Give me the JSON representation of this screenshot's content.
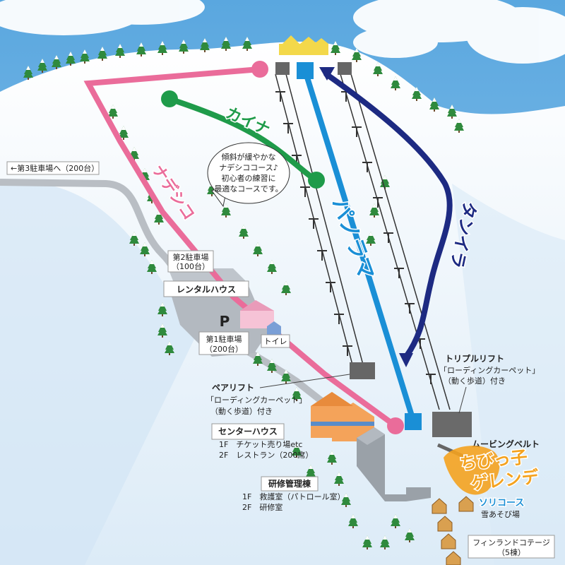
{
  "colors": {
    "sky": "#6fb6e6",
    "snow": "#eef6fc",
    "kaina": "#1f9b4a",
    "nadeshiko": "#ea6c9a",
    "panorama": "#1a8fd6",
    "tangent": "#1d2a82",
    "chibikko": "#f4a21f",
    "building": "#f4a35a"
  },
  "courses": {
    "kaina": "カイナ",
    "nadeshiko": "ナデシコ",
    "panorama": "パノラマ",
    "tangent": "タンイラ",
    "chibikko_line1": "ちびっ子",
    "chibikko_line2": "ゲレンデ",
    "sori": "ソリコース",
    "sori_sub": "雪あそび場"
  },
  "callout": {
    "line1": "傾斜が緩やかな",
    "line2": "ナデシココース♪",
    "line3": "初心者の練習に",
    "line4": "最適なコースです。"
  },
  "parking": {
    "third": "←第3駐車場へ（200台）",
    "second_name": "第2駐車場",
    "second_cap": "（100台）",
    "first_name": "第1駐車場",
    "first_cap": "（200台）",
    "p_mark": "P"
  },
  "facilities": {
    "rental": "レンタルハウス",
    "toilet": "トイレ",
    "pair_lift": "ペアリフト",
    "pair_lift_sub1": "「ローディングカーペット」",
    "pair_lift_sub2": "（動く歩道）付き",
    "triple_lift": "トリプルリフト",
    "triple_lift_sub1": "「ローディングカーペット」",
    "triple_lift_sub2": "（動く歩道）付き",
    "center_house": "センターハウス",
    "center_1f": "1F　チケット売り場etc",
    "center_2f": "2F　レストラン（200席）",
    "kenshu": "研修管理棟",
    "kenshu_1f": "1F　救護室（パトロール室）",
    "kenshu_2f": "2F　研修室",
    "moving_belt": "ムービングベルト",
    "cottage": "フィンランドコテージ",
    "cottage_count": "（5棟）"
  }
}
